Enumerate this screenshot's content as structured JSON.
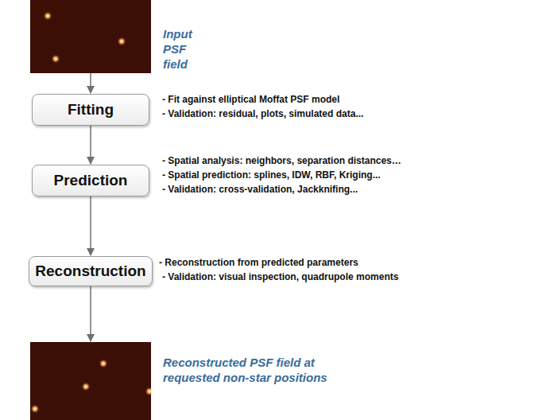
{
  "diagram": {
    "nodes": [
      {
        "text": [
          "Input PSF field"
        ]
      },
      {
        "text": [
          "Fitting",
          "- Fit against elliptical Moffat PSF model",
          "- Validation: residual, plots, simulated data..."
        ]
      },
      {
        "text": [
          "Prediction",
          "- Spatial analysis: neighbors, separation distances…",
          "- Spatial prediction: splines, IDW, RBF, Kriging...",
          "- Validation: cross-validation, Jackknifing..."
        ]
      },
      {
        "text": [
          "Reconstruction",
          "- Reconstruction from predicted parameters",
          "- Validation: visual inspection, quadrupole moments"
        ]
      },
      {
        "text": [
          "Reconstructed PSF field at requested non-star positions"
        ]
      }
    ],
    "edges": [
      {
        "from": 0,
        "to": 1,
        "arrow": "to"
      },
      {
        "from": 1,
        "to": 2,
        "arrow": "to"
      },
      {
        "from": 2,
        "to": 3,
        "arrow": "to"
      },
      {
        "from": 3,
        "to": 4,
        "arrow": "to"
      }
    ]
  }
}
